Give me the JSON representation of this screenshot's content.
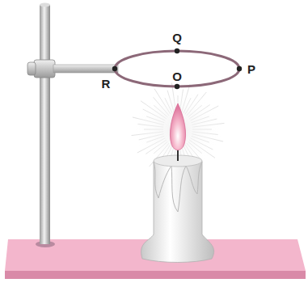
{
  "diagram": {
    "labels": [
      "Q",
      "R",
      "O",
      "P"
    ]
  }
}
